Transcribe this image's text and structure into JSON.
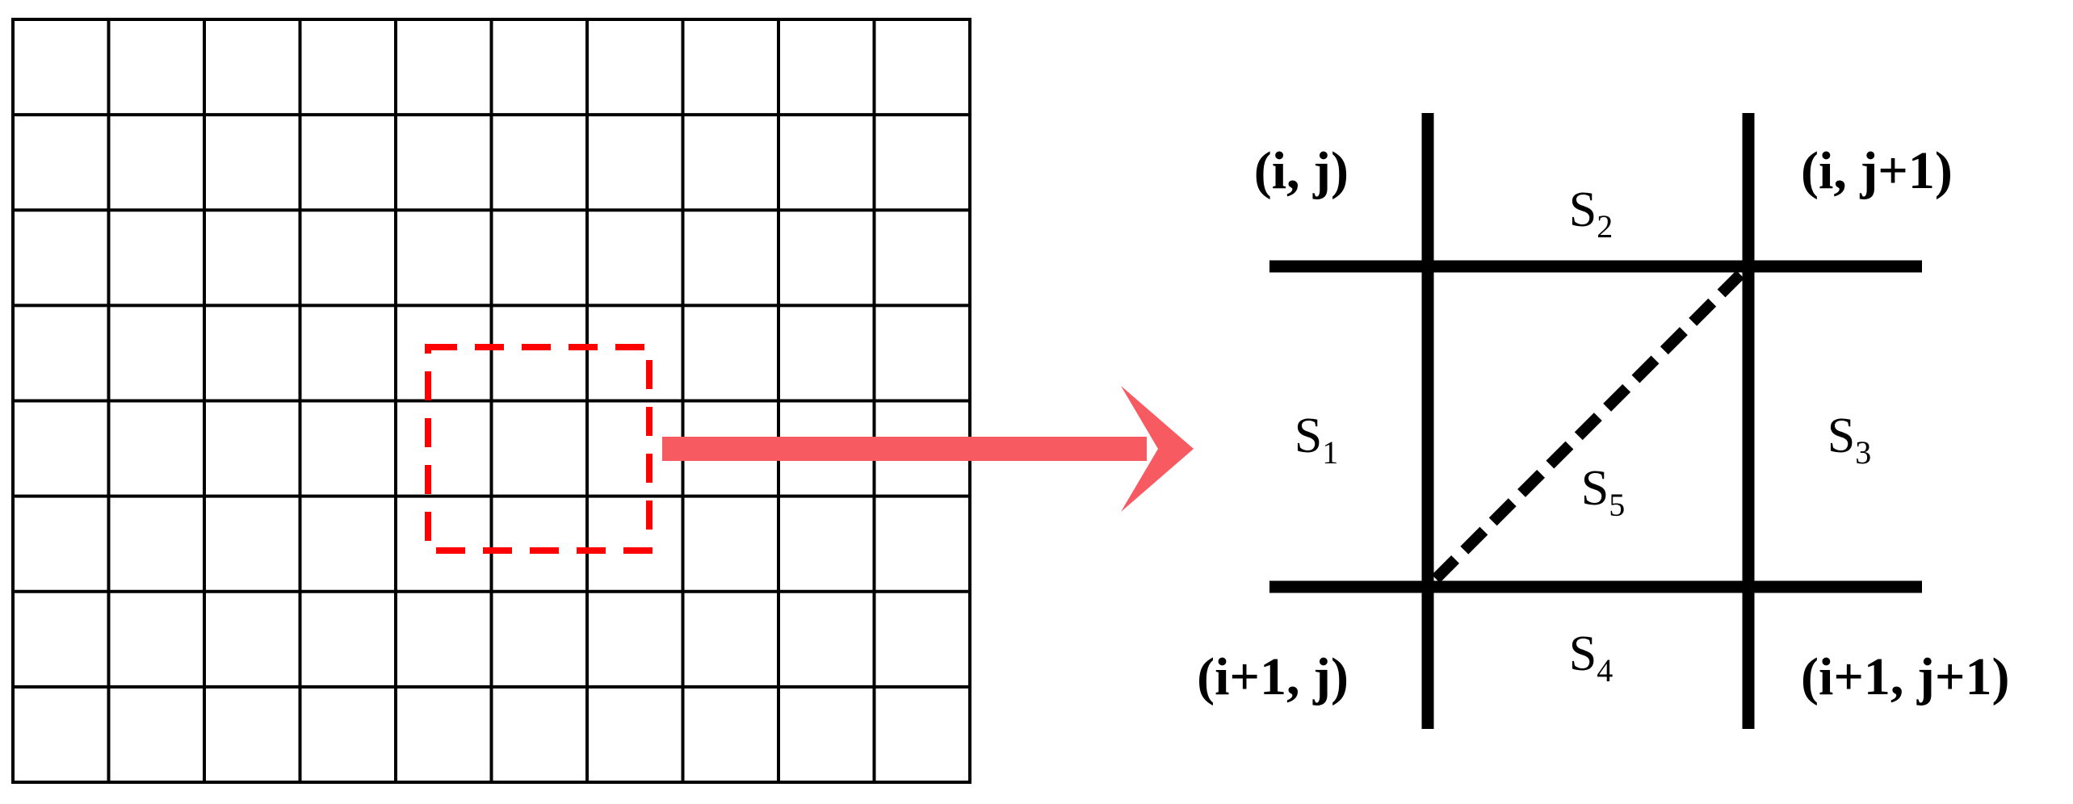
{
  "grid": {
    "rows": 8,
    "cols": 10
  },
  "colors": {
    "grid_line": "#000000",
    "highlight_box": "#ff0000",
    "arrow": "#f75a61",
    "stencil_line": "#000000"
  },
  "node_labels": {
    "top_left": "(i, j)",
    "top_right": "(i, j+1)",
    "bottom_left": "(i+1, j)",
    "bottom_right": "(i+1, j+1)"
  },
  "regions": {
    "s1": {
      "base": "S",
      "sub": "1"
    },
    "s2": {
      "base": "S",
      "sub": "2"
    },
    "s3": {
      "base": "S",
      "sub": "3"
    },
    "s4": {
      "base": "S",
      "sub": "4"
    },
    "s5": {
      "base": "S",
      "sub": "5"
    }
  }
}
